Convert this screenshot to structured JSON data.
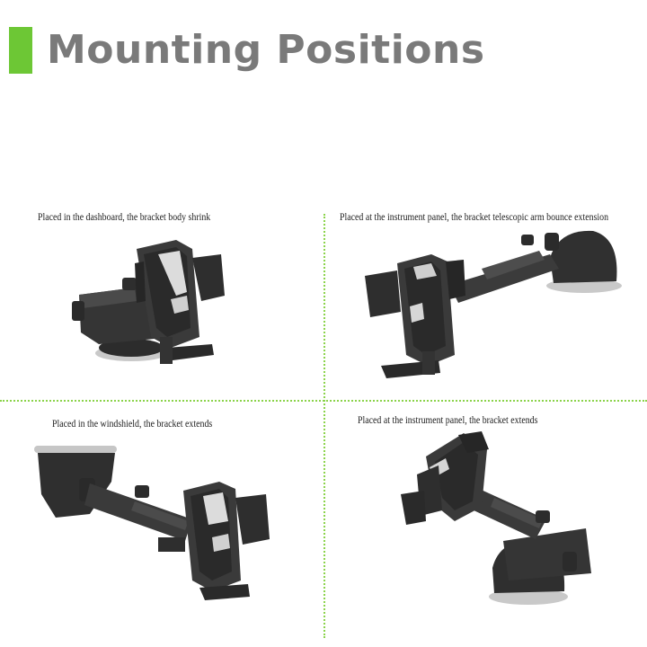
{
  "header": {
    "title": "Mounting Positions",
    "accent_color": "#6dc735"
  },
  "panels": [
    {
      "caption": "Placed in the dashboard, the bracket body shrink",
      "image": "phone-holder-retracted"
    },
    {
      "caption": "Placed at the instrument panel, the bracket telescopic arm bounce extension",
      "image": "phone-holder-arm-extended-dashboard"
    },
    {
      "caption": "Placed in the windshield, the bracket extends",
      "image": "phone-holder-windshield-extended"
    },
    {
      "caption": "Placed at the instrument panel, the bracket extends",
      "image": "phone-holder-upright-extended"
    }
  ],
  "divider_color": "#8bd34a"
}
